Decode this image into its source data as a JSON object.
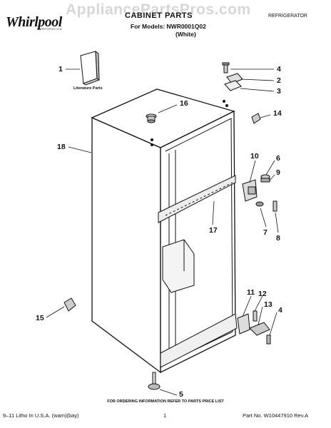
{
  "header": {
    "brand": "Whirlpool",
    "brand_sub": "CORPORATION",
    "watermark": "AppliancePartsPros.com",
    "title": "CABINET PARTS",
    "models": "For Models: NWR0001Q02",
    "color": "(White)",
    "appliance": "REFRIGERATOR"
  },
  "diagram": {
    "literature_label": "Literature Parts",
    "callouts": {
      "c1": "1",
      "c2": "2",
      "c3": "3",
      "c4a": "4",
      "c4b": "4",
      "c5": "5",
      "c6": "6",
      "c7": "7",
      "c8": "8",
      "c9": "9",
      "c10": "10",
      "c11": "11",
      "c12": "12",
      "c13": "13",
      "c14": "14",
      "c15": "15",
      "c16": "16",
      "c17": "17",
      "c18": "18"
    }
  },
  "footer": {
    "note": "FOR ORDERING INFORMATION REFER TO PARTS PRICE LIST",
    "left": "9–11 Litho In U.S.A. (wam)(bay)",
    "page": "1",
    "right": "Part No. W10447910 Rev.A"
  }
}
